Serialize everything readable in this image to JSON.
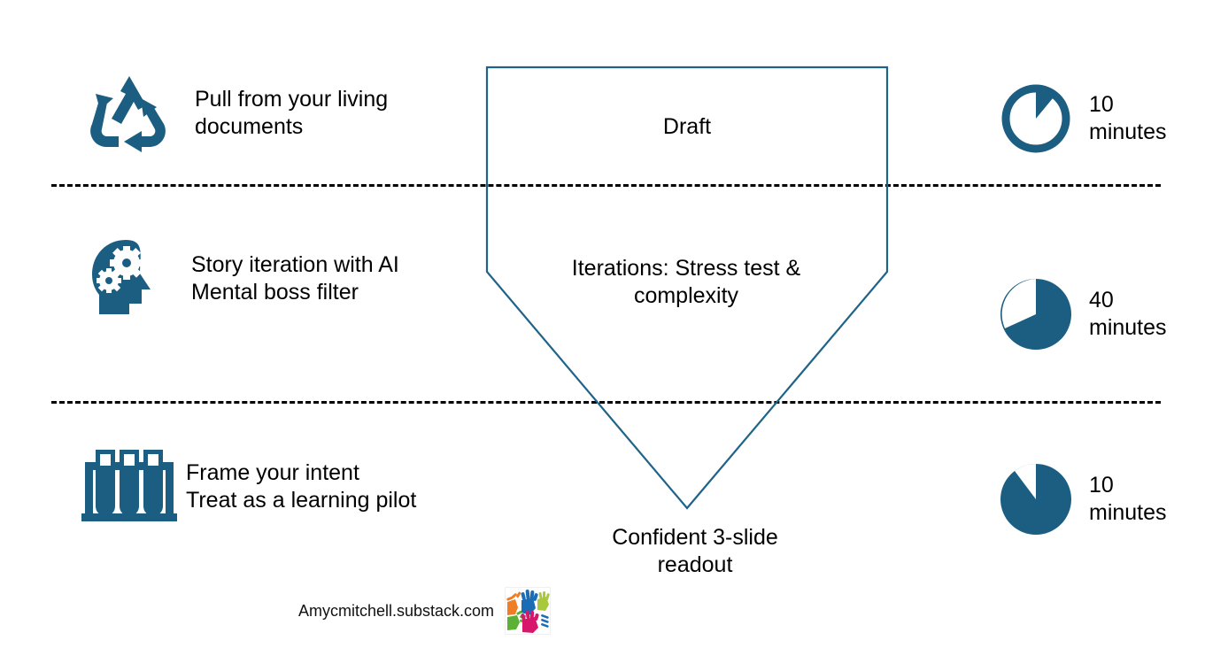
{
  "palette": {
    "accent_blue": "#1C5E82",
    "funnel_outline": "#1F6389",
    "divider_black": "#000000",
    "page_background": "#FFFFFF"
  },
  "rows": [
    {
      "icon": "recycle-icon",
      "label": "Pull from your living\ndocuments",
      "duration": "10\nminutes",
      "pie_filled_percent": 10,
      "pie_style": "ring"
    },
    {
      "icon": "head-with-gears-icon",
      "label": "Story iteration with AI\nMental boss filter",
      "duration": "40\nminutes",
      "pie_filled_percent": 72,
      "pie_style": "solid"
    },
    {
      "icon": "test-tube-rack-icon",
      "label": "Frame your intent\nTreat as a learning pilot",
      "duration": "10\nminutes",
      "pie_filled_percent": 90,
      "pie_style": "solid"
    }
  ],
  "funnel": {
    "stage_1": "Draft",
    "stage_2": "Iterations: Stress test &\ncomplexity",
    "outcome": "Confident 3-slide\nreadout"
  },
  "footer": {
    "site": "Amycmitchell.substack.com",
    "logo": "colorful-hands-logo"
  }
}
